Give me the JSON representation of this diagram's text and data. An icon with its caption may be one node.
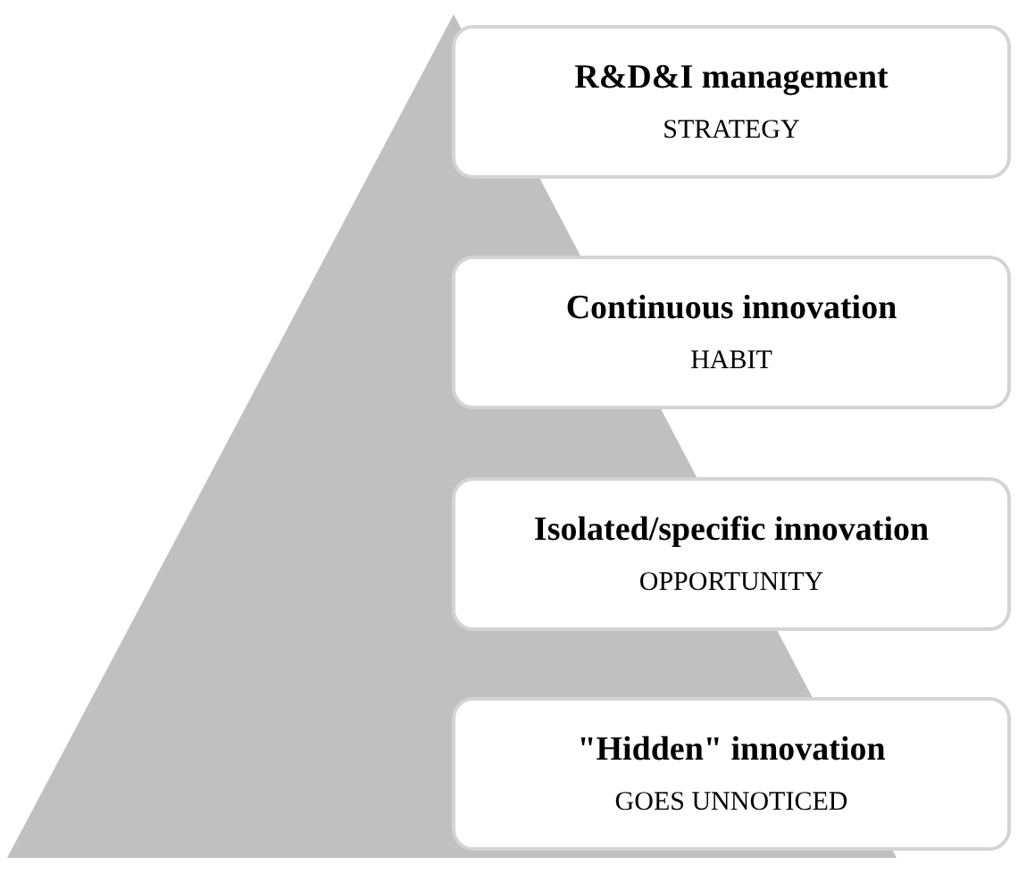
{
  "diagram": {
    "nodes": [
      {
        "text": [
          "R&D&I management",
          "STRATEGY"
        ]
      },
      {
        "text": [
          "Continuous innovation",
          "HABIT"
        ]
      },
      {
        "text": [
          "Isolated/specific innovation",
          "OPPORTUNITY"
        ]
      },
      {
        "text": [
          "\"Hidden\" innovation",
          "GOES UNNOTICED"
        ]
      }
    ]
  }
}
